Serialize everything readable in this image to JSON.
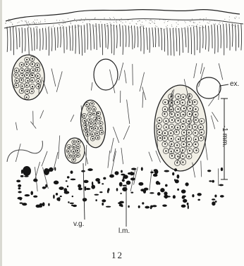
{
  "figure": {
    "labels": {
      "ex": "ex.",
      "vg": "v.g.",
      "lm": "l.m."
    },
    "scale": "·1 mm.",
    "number": "12"
  }
}
